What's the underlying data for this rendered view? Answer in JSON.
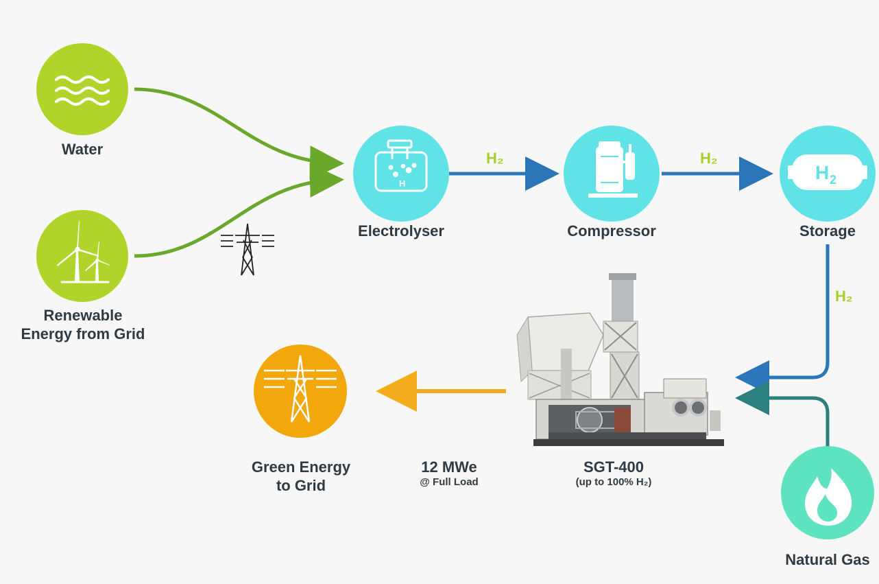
{
  "colors": {
    "green_node": "#b0d42a",
    "cyan_node": "#5fe3e6",
    "orange_node": "#f2a70d",
    "teal_node": "#5de3bf",
    "green_arrow": "#6aa82c",
    "blue_arrow": "#2b76b8",
    "orange_arrow": "#f2ab1d",
    "teal_arrow": "#2c7f7f",
    "h2_text": "#a9cf2a",
    "label_text": "#2f3a43"
  },
  "nodes": {
    "water": {
      "label": "Water",
      "icon": "water-waves-icon"
    },
    "renewable": {
      "label_line1": "Renewable",
      "label_line2": "Energy from Grid",
      "icon": "wind-turbine-icon"
    },
    "electrolyser": {
      "label": "Electrolyser",
      "icon": "electrolyser-icon"
    },
    "compressor": {
      "label": "Compressor",
      "icon": "compressor-icon"
    },
    "storage": {
      "label": "Storage",
      "icon": "hydrogen-tank-icon",
      "tank_text": "H",
      "tank_sub": "2"
    },
    "green_energy": {
      "label_line1": "Green Energy",
      "label_line2": "to Grid",
      "icon": "power-pylon-icon"
    },
    "natural_gas": {
      "label": "Natural Gas",
      "icon": "flame-icon"
    },
    "turbine": {
      "label": "SGT-400",
      "sublabel": "(up to 100% H₂)",
      "icon": "gas-turbine-package-icon"
    }
  },
  "flows": {
    "electrolyser_to_compressor": "H₂",
    "compressor_to_storage": "H₂",
    "storage_to_turbine": "H₂",
    "output_value": "12 MWe",
    "output_note": "@ Full Load"
  }
}
